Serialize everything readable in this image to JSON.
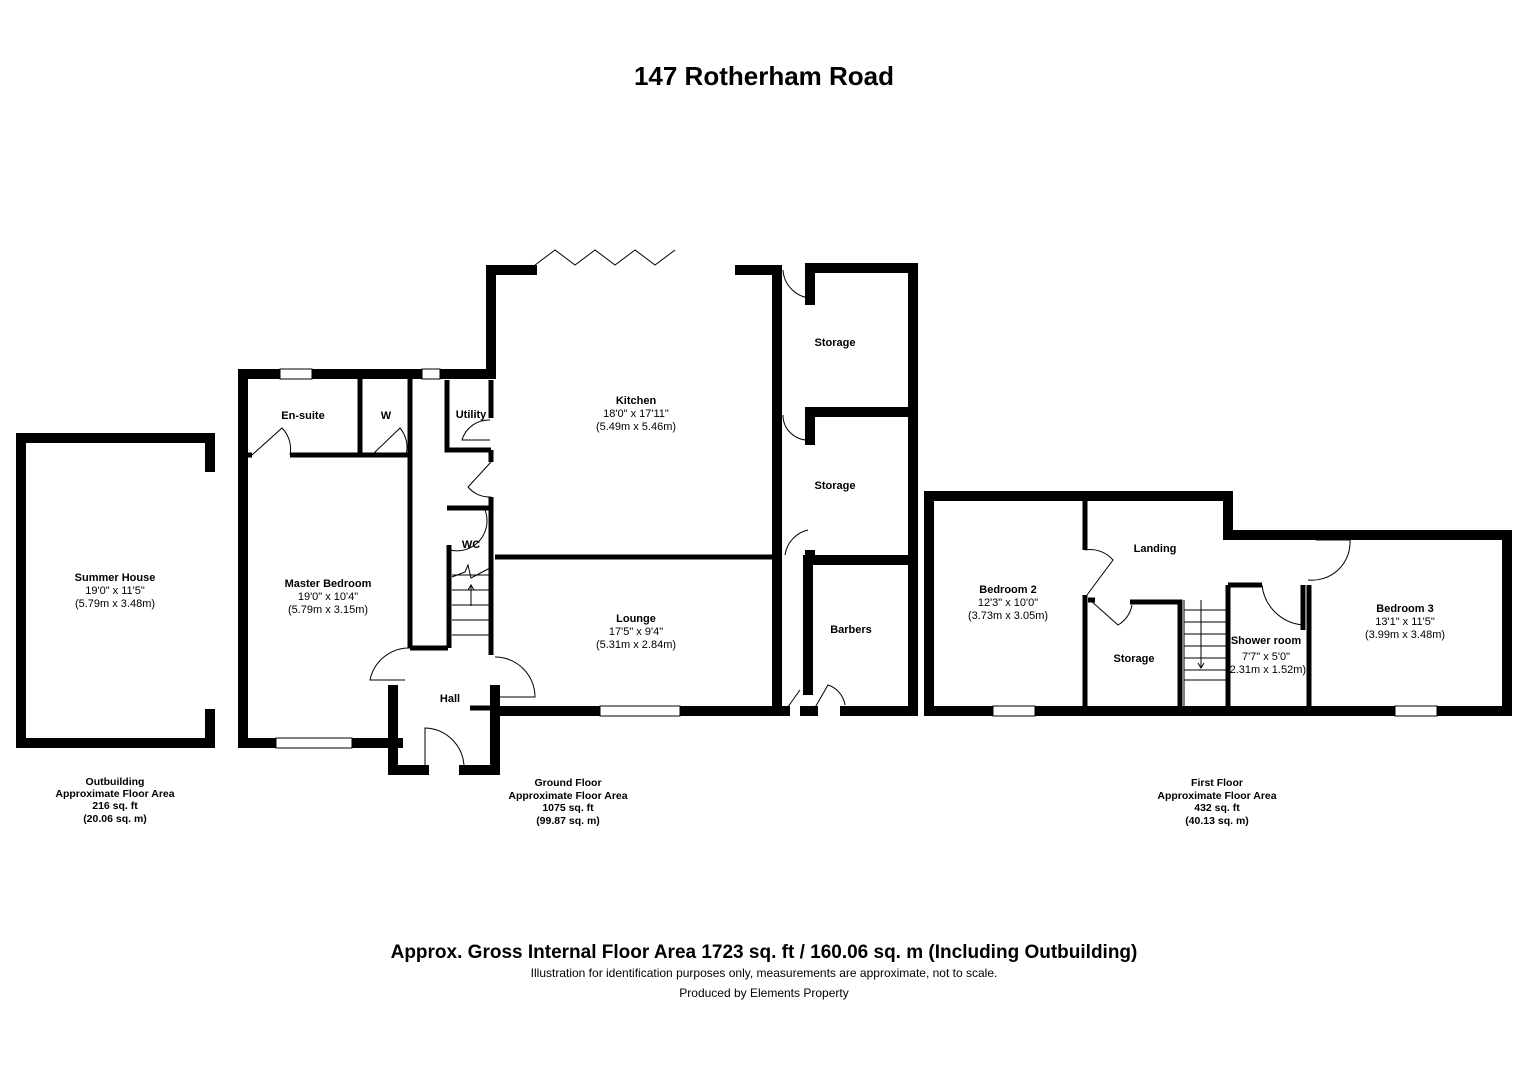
{
  "title": "147 Rotherham Road",
  "rooms": {
    "summer_house": {
      "name": "Summer House",
      "imperial": "19'0\" x 11'5\"",
      "metric": "(5.79m x 3.48m)"
    },
    "master_bedroom": {
      "name": "Master Bedroom",
      "imperial": "19'0\" x 10'4\"",
      "metric": "(5.79m x 3.15m)"
    },
    "en_suite": {
      "name": "En-suite"
    },
    "wardrobe": {
      "name": "W"
    },
    "utility": {
      "name": "Utility"
    },
    "wc": {
      "name": "WC"
    },
    "hall": {
      "name": "Hall"
    },
    "kitchen": {
      "name": "Kitchen",
      "imperial": "18'0\" x 17'11\"",
      "metric": "(5.49m x 5.46m)"
    },
    "lounge": {
      "name": "Lounge",
      "imperial": "17'5\" x 9'4\"",
      "metric": "(5.31m x 2.84m)"
    },
    "storage_1": {
      "name": "Storage"
    },
    "storage_2": {
      "name": "Storage"
    },
    "barbers": {
      "name": "Barbers"
    },
    "bedroom_2": {
      "name": "Bedroom 2",
      "imperial": "12'3\" x 10'0\"",
      "metric": "(3.73m x 3.05m)"
    },
    "landing": {
      "name": "Landing"
    },
    "storage_ff": {
      "name": "Storage"
    },
    "shower_room": {
      "name": "Shower room",
      "imperial": "7'7\" x 5'0\"",
      "metric": "(2.31m x 1.52m)"
    },
    "bedroom_3": {
      "name": "Bedroom 3",
      "imperial": "13'1\" x 11'5\"",
      "metric": "(3.99m x 3.48m)"
    }
  },
  "floors": {
    "outbuilding": {
      "name": "Outbuilding",
      "label": "Approximate Floor Area",
      "sqft": "216 sq. ft",
      "sqm": "(20.06 sq. m)"
    },
    "ground": {
      "name": "Ground Floor",
      "label": "Approximate Floor Area",
      "sqft": "1075 sq. ft",
      "sqm": "(99.87 sq. m)"
    },
    "first": {
      "name": "First Floor",
      "label": "Approximate Floor Area",
      "sqft": "432 sq. ft",
      "sqm": "(40.13 sq. m)"
    }
  },
  "footer": {
    "gross": "Approx. Gross Internal Floor Area 1723 sq. ft / 160.06 sq. m (Including Outbuilding)",
    "disclaimer": "Illustration for identification purposes only, measurements are approximate, not to scale.",
    "producer": "Produced by Elements Property"
  }
}
